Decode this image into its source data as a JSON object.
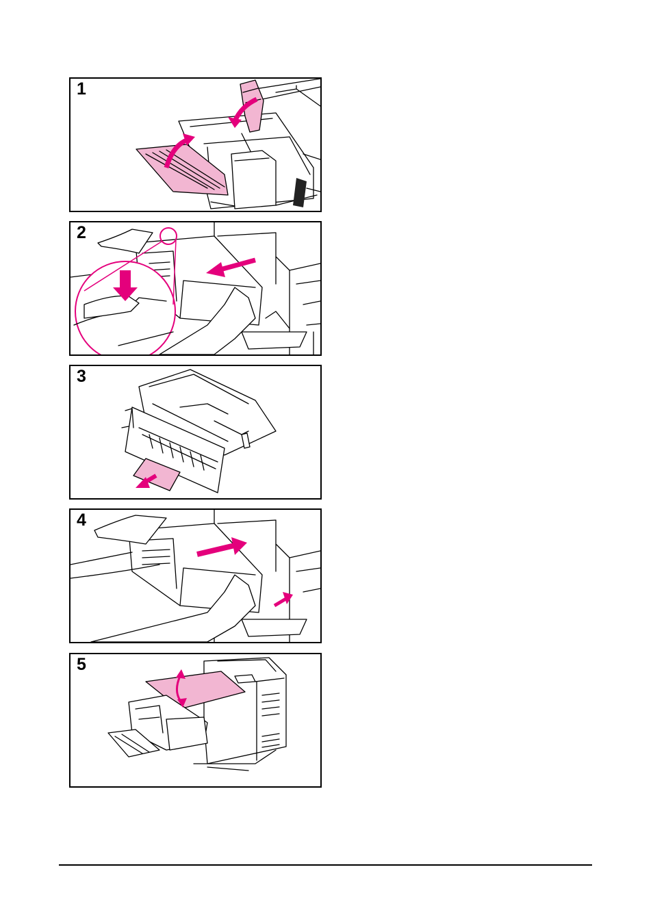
{
  "steps": [
    {
      "number": "1",
      "illustration": "printer-tray-covers-lift"
    },
    {
      "number": "2",
      "illustration": "duplexer-release-and-pull-out"
    },
    {
      "number": "3",
      "illustration": "duplexer-jammed-paper-removal"
    },
    {
      "number": "4",
      "illustration": "duplexer-reinsert"
    },
    {
      "number": "5",
      "illustration": "printer-top-cover-open-close"
    }
  ],
  "colors": {
    "highlight": "#E4007C",
    "highlight_fill": "#F2B6D2",
    "ink": "#000000"
  }
}
